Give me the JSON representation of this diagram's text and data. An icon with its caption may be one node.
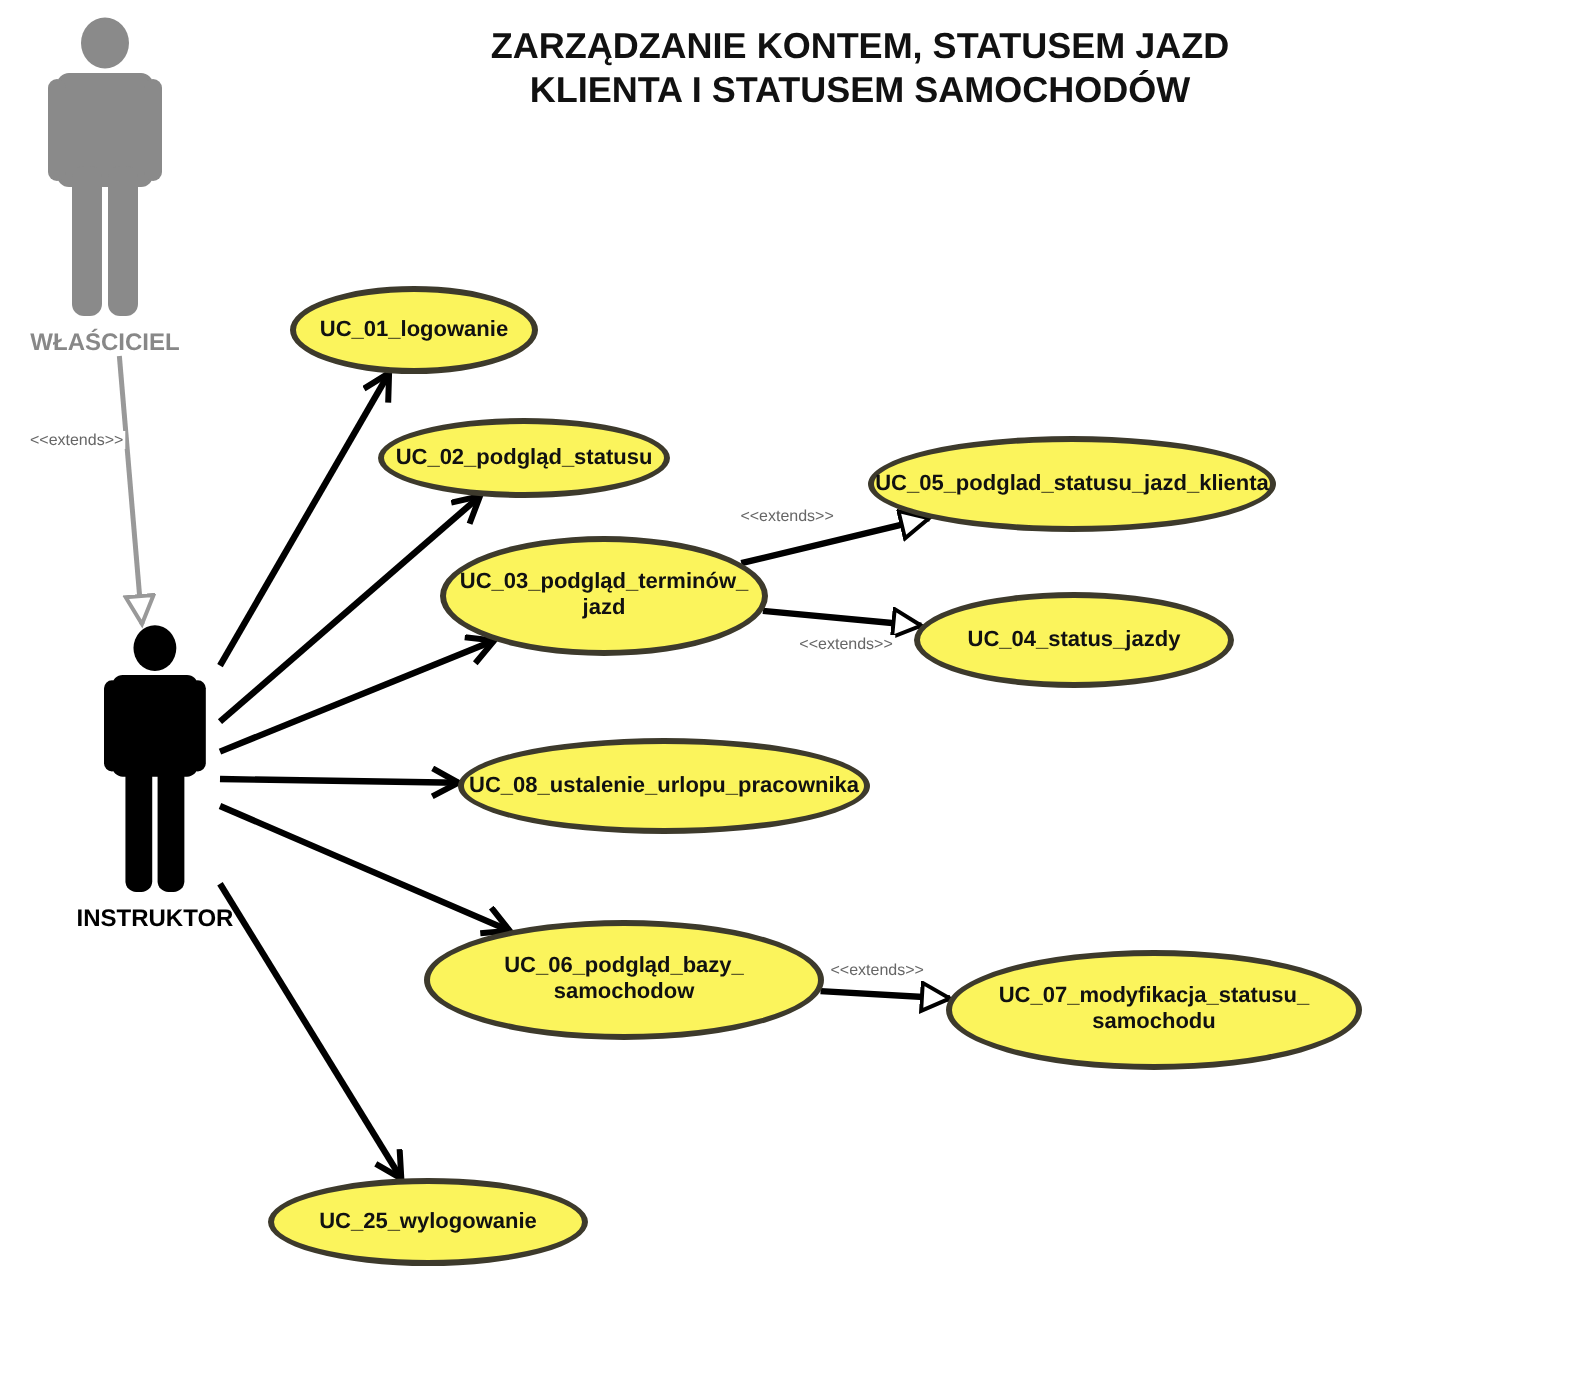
{
  "diagram": {
    "title": "ZARZĄDZANIE KONTEM, STATUSEM JAZD KLIENTA I STATUSEM SAMOCHODÓW",
    "nodes": [
      {
        "text": [
          "WŁAŚCICIEL"
        ]
      },
      {
        "text": [
          "INSTRUKTOR"
        ]
      },
      {
        "text": [
          "UC_01_logowanie"
        ]
      },
      {
        "text": [
          "UC_02_podgląd_statusu"
        ]
      },
      {
        "text": [
          "UC_03_podgląd_terminów_ jazd"
        ]
      },
      {
        "text": [
          "UC_05_podglad_statusu_jazd_klienta"
        ]
      },
      {
        "text": [
          "UC_04_status_jazdy"
        ]
      },
      {
        "text": [
          "UC_08_ustalenie_urlopu_pracownika"
        ]
      },
      {
        "text": [
          "UC_06_podgląd_bazy_ samochodow"
        ]
      },
      {
        "text": [
          "UC_07_modyfikacja_statusu_ samochodu"
        ]
      },
      {
        "text": [
          "UC_25_wylogowanie"
        ]
      }
    ],
    "edges": [
      {
        "from": 0,
        "to": 1,
        "arrow": "to",
        "label": "<<extends>>",
        "color": "#999999"
      },
      {
        "from": 1,
        "to": 2,
        "arrow": "to"
      },
      {
        "from": 1,
        "to": 3,
        "arrow": "to"
      },
      {
        "from": 1,
        "to": 4,
        "arrow": "to"
      },
      {
        "from": 4,
        "to": 5,
        "arrow": "to",
        "label": "<<extends>>"
      },
      {
        "from": 4,
        "to": 6,
        "arrow": "to",
        "label": "<<extends>>"
      },
      {
        "from": 1,
        "to": 7,
        "arrow": "to"
      },
      {
        "from": 1,
        "to": 8,
        "arrow": "to"
      },
      {
        "from": 8,
        "to": 9,
        "arrow": "to",
        "label": "<<extends>>"
      },
      {
        "from": 1,
        "to": 10,
        "arrow": "to"
      }
    ]
  }
}
